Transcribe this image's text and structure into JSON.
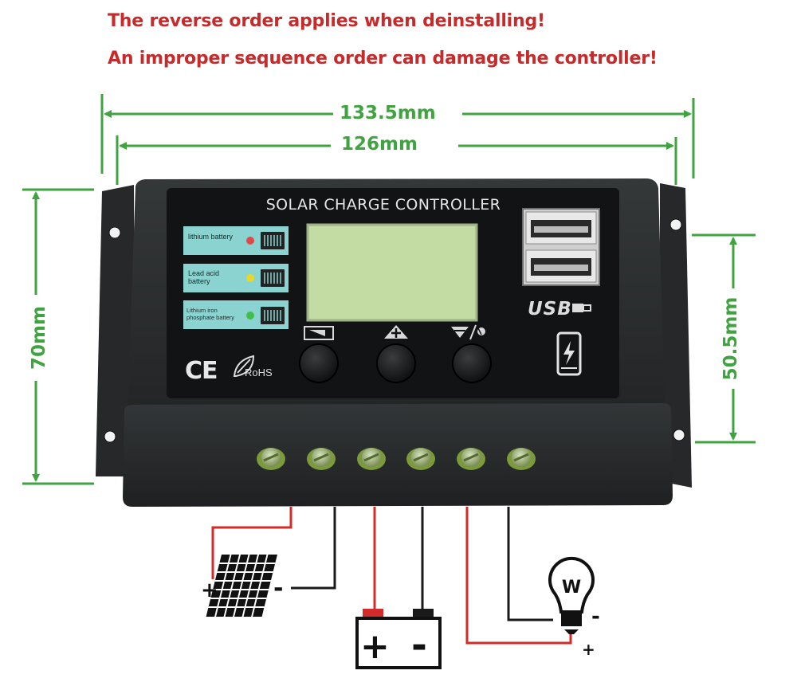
{
  "warnings": {
    "line1": "The reverse order applies when deinstalling!",
    "line2": "An improper sequence order can damage the controller!",
    "color": "#c62a2a"
  },
  "dimensions": {
    "overall_width": "133.5mm",
    "body_width": "126mm",
    "overall_height": "70mm",
    "body_height": "50.5mm",
    "color": "#3fa33f"
  },
  "controller": {
    "title": "SOLAR CHARGE CONTROLLER",
    "body_color": "#2a2d2e",
    "panel_color": "#121314",
    "lcd_color": "#c3dca4",
    "battery_indicators": [
      {
        "label": "lithium battery",
        "led": "#e24848"
      },
      {
        "label": "Lead acid battery",
        "led": "#e8d726"
      },
      {
        "label": "Lithium iron phosphate battery",
        "led": "#3fbf4a"
      }
    ],
    "usb_label": "USB",
    "ce_mark": "CE",
    "rohs_mark": "RoHS",
    "terminal_count": 6,
    "button_count": 3
  },
  "wiring": {
    "solar_plus": "+",
    "solar_minus": "-",
    "battery_plus": "+",
    "battery_minus": "-",
    "load_plus": "+",
    "load_minus": "-",
    "load_symbol": "W",
    "positive_color": "#d32a2a",
    "negative_color": "#1a1a1a"
  }
}
